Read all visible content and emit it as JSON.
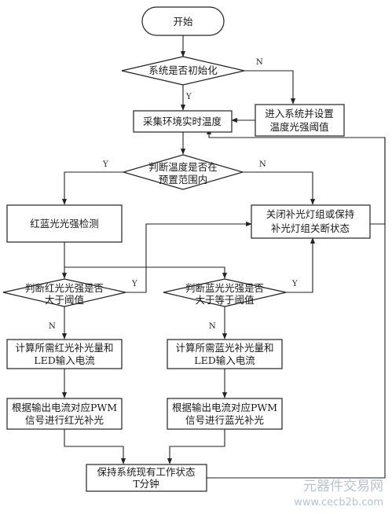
{
  "nodes": {
    "start": "开始",
    "init_check": "系统是否初始化",
    "setup_line1": "进入系统并设置",
    "setup_line2": "温度光强阈值",
    "collect": "采集环境实时温度",
    "temp_check_line1": "判断温度是否在",
    "temp_check_line2": "预置范围内",
    "close_line1": "关闭补光灯组或保持",
    "close_line2": "补光灯组关断状态",
    "detect": "红蓝光光强检测",
    "red_check_line1": "判断红光光强是否",
    "red_check_line2": "大于阈值",
    "blue_check_line1": "判断蓝光光强是否",
    "blue_check_line2": "大于等于阈值",
    "red_calc_line1": "计算所需红光补光量和",
    "red_calc_line2": "LED输入电流",
    "blue_calc_line1": "计算所需蓝光补光量和",
    "blue_calc_line2": "LED输入电流",
    "red_pwm_line1": "根据输出电流对应PWM",
    "red_pwm_line2": "信号进行红光补光",
    "blue_pwm_line1": "根据输出电流对应PWM",
    "blue_pwm_line2": "信号进行蓝光补光",
    "hold_line1": "保持系统现有工作状态",
    "hold_line2": "T分钟"
  },
  "edge_labels": {
    "init_no": "N",
    "init_yes": "Y",
    "temp_yes": "Y",
    "temp_no": "N",
    "red_yes": "Y",
    "red_no": "N",
    "blue_yes": "Y",
    "blue_no": "N"
  },
  "watermark": {
    "line1": "元器件交易网",
    "line2": "www.cecb2b.com"
  }
}
